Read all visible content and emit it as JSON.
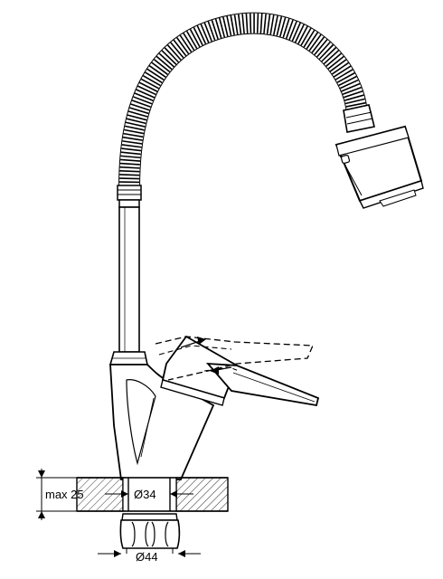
{
  "dimensions": {
    "countertop_thickness": "max 25",
    "hole_diameter": "Ø34",
    "base_diameter": "Ø44"
  },
  "colors": {
    "line": "#000000",
    "background": "#ffffff"
  }
}
